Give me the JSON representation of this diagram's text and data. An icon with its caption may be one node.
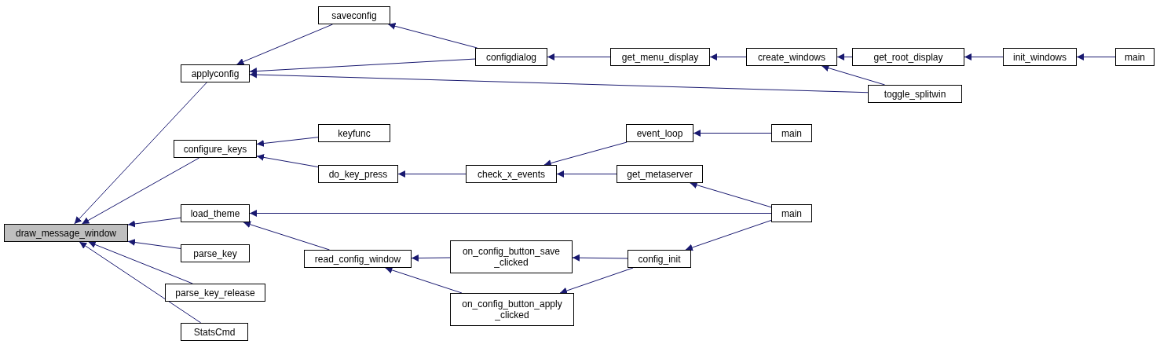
{
  "diagram": {
    "nodes": [
      {
        "text": [
          "draw_message_window"
        ]
      },
      {
        "text": [
          "applyconfig"
        ]
      },
      {
        "text": [
          "saveconfig"
        ]
      },
      {
        "text": [
          "configdialog"
        ]
      },
      {
        "text": [
          "get_menu_display"
        ]
      },
      {
        "text": [
          "create_windows"
        ]
      },
      {
        "text": [
          "get_root_display"
        ]
      },
      {
        "text": [
          "init_windows"
        ]
      },
      {
        "text": [
          "main"
        ]
      },
      {
        "text": [
          "toggle_splitwin"
        ]
      },
      {
        "text": [
          "configure_keys"
        ]
      },
      {
        "text": [
          "keyfunc"
        ]
      },
      {
        "text": [
          "do_key_press"
        ]
      },
      {
        "text": [
          "check_x_events"
        ]
      },
      {
        "text": [
          "event_loop"
        ]
      },
      {
        "text": [
          "main"
        ]
      },
      {
        "text": [
          "get_metaserver"
        ]
      },
      {
        "text": [
          "main"
        ]
      },
      {
        "text": [
          "load_theme"
        ]
      },
      {
        "text": [
          "read_config_window"
        ]
      },
      {
        "text": [
          "on_config_button_save _clicked"
        ]
      },
      {
        "text": [
          "on_config_button_apply _clicked"
        ]
      },
      {
        "text": [
          "config_init"
        ]
      },
      {
        "text": [
          "parse_key"
        ]
      },
      {
        "text": [
          "parse_key_release"
        ]
      },
      {
        "text": [
          "StatsCmd"
        ]
      }
    ],
    "edges": [
      {
        "from": 1,
        "to": 0,
        "arrow": "to"
      },
      {
        "from": 10,
        "to": 0,
        "arrow": "to"
      },
      {
        "from": 18,
        "to": 0,
        "arrow": "to"
      },
      {
        "from": 23,
        "to": 0,
        "arrow": "to"
      },
      {
        "from": 24,
        "to": 0,
        "arrow": "to"
      },
      {
        "from": 25,
        "to": 0,
        "arrow": "to"
      },
      {
        "from": 2,
        "to": 1,
        "arrow": "to"
      },
      {
        "from": 3,
        "to": 1,
        "arrow": "to"
      },
      {
        "from": 9,
        "to": 1,
        "arrow": "to"
      },
      {
        "from": 3,
        "to": 2,
        "arrow": "to"
      },
      {
        "from": 4,
        "to": 3,
        "arrow": "to"
      },
      {
        "from": 5,
        "to": 4,
        "arrow": "to"
      },
      {
        "from": 6,
        "to": 5,
        "arrow": "to"
      },
      {
        "from": 9,
        "to": 5,
        "arrow": "to"
      },
      {
        "from": 7,
        "to": 6,
        "arrow": "to"
      },
      {
        "from": 8,
        "to": 7,
        "arrow": "to"
      },
      {
        "from": 11,
        "to": 10,
        "arrow": "to"
      },
      {
        "from": 12,
        "to": 10,
        "arrow": "to"
      },
      {
        "from": 13,
        "to": 12,
        "arrow": "to"
      },
      {
        "from": 14,
        "to": 13,
        "arrow": "to"
      },
      {
        "from": 16,
        "to": 13,
        "arrow": "to"
      },
      {
        "from": 15,
        "to": 14,
        "arrow": "to"
      },
      {
        "from": 17,
        "to": 18,
        "arrow": "to"
      },
      {
        "from": 17,
        "to": 16,
        "arrow": "to"
      },
      {
        "from": 19,
        "to": 18,
        "arrow": "to"
      },
      {
        "from": 20,
        "to": 19,
        "arrow": "to"
      },
      {
        "from": 21,
        "to": 19,
        "arrow": "to"
      },
      {
        "from": 22,
        "to": 20,
        "arrow": "to"
      },
      {
        "from": 22,
        "to": 21,
        "arrow": "to"
      },
      {
        "from": 17,
        "to": 22,
        "arrow": "to"
      }
    ]
  }
}
